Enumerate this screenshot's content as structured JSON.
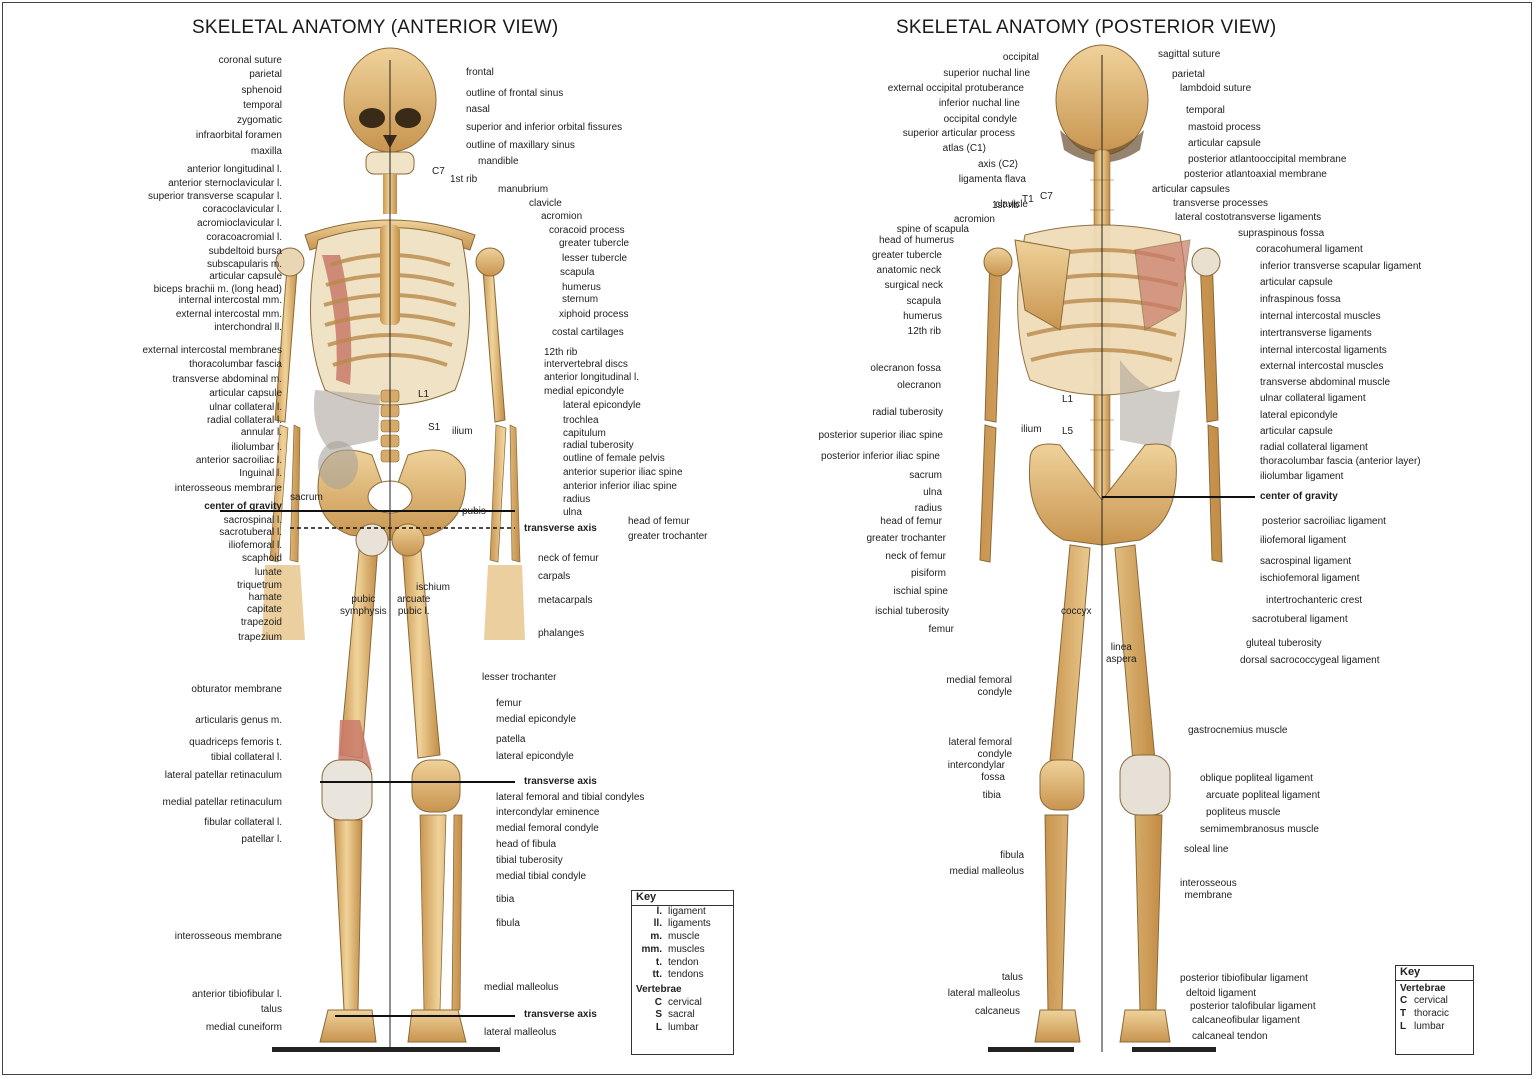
{
  "titles": {
    "anterior": "SKELETAL ANATOMY (ANTERIOR VIEW)",
    "posterior": "SKELETAL ANATOMY (POSTERIOR VIEW)"
  },
  "anterior": {
    "left": [
      "coronal suture",
      "parietal",
      "sphenoid",
      "temporal",
      "zygomatic",
      "infraorbital foramen",
      "maxilla",
      "anterior longitudinal l.",
      "anterior sternoclavicular l.",
      "superior transverse scapular l.",
      "coracoclavicular l.",
      "acromioclavicular l.",
      "coracoacromial l.",
      "subdeltoid bursa",
      "subscapularis m.",
      "articular capsule",
      "biceps brachii m. (long head)",
      "internal intercostal mm.",
      "external intercostal mm.",
      "interchondral ll.",
      "external intercostal membranes",
      "thoracolumbar fascia",
      "transverse abdominal m.",
      "articular capsule",
      "ulnar collateral l.",
      "radial collateral l.",
      "annular l.",
      "iliolumbar l.",
      "anterior sacroiliac l.",
      "Inguinal l.",
      "interosseous membrane",
      "center of gravity",
      "sacrospinal l.",
      "sacrotuberal l.",
      "iliofemoral l.",
      "scaphoid",
      "lunate",
      "triquetrum",
      "hamate",
      "capitate",
      "trapezoid",
      "trapezium",
      "obturator membrane",
      "articularis genus m.",
      "quadriceps femoris t.",
      "tibial collateral l.",
      "lateral patellar retinaculum",
      "medial patellar retinaculum",
      "fibular collateral l.",
      "patellar l.",
      "interosseous membrane",
      "anterior tibiofibular l.",
      "talus",
      "medial cuneiform"
    ],
    "right": [
      "frontal",
      "outline of frontal sinus",
      "nasal",
      "superior and inferior orbital fissures",
      "outline of maxillary sinus",
      "mandible",
      "1st rib",
      "manubrium",
      "clavicle",
      "acromion",
      "coracoid process",
      "greater tubercle",
      "lesser tubercle",
      "scapula",
      "humerus",
      "sternum",
      "xiphoid process",
      "costal cartilages",
      "12th rib",
      "intervertebral discs",
      "anterior longitudinal l.",
      "medial epicondyle",
      "lateral epicondyle",
      "trochlea",
      "capitulum",
      "radial tuberosity",
      "outline of female pelvis",
      "anterior superior iliac spine",
      "anterior inferior iliac spine",
      "radius",
      "ulna",
      "transverse axis",
      "head of femur",
      "greater trochanter",
      "neck of femur",
      "carpals",
      "metacarpals",
      "phalanges",
      "lesser trochanter",
      "femur",
      "medial epicondyle",
      "patella",
      "lateral epicondyle",
      "transverse axis",
      "lateral femoral and tibial condyles",
      "intercondylar eminence",
      "medial femoral condyle",
      "head of fibula",
      "tibial tuberosity",
      "medial tibial condyle",
      "tibia",
      "fibula",
      "medial malleolus",
      "transverse axis",
      "lateral malleolus"
    ],
    "inner": [
      "C7",
      "L1",
      "S1",
      "ilium",
      "sacrum",
      "pubis",
      "pubic\nsymphysis",
      "ischium",
      "arcuate\npubic l."
    ]
  },
  "posterior": {
    "left": [
      "occipital",
      "superior nuchal line",
      "external occipital protuberance",
      "inferior nuchal line",
      "occipital condyle",
      "superior articular process",
      "atlas (C1)",
      "axis (C2)",
      "ligamenta flava",
      "clavicle",
      "acromion",
      "spine of scapula",
      "head of humerus",
      "greater tubercle",
      "anatomic neck",
      "surgical neck",
      "scapula",
      "humerus",
      "12th rib",
      "olecranon fossa",
      "olecranon",
      "radial tuberosity",
      "posterior superior iliac spine",
      "posterior inferior iliac spine",
      "sacrum",
      "ulna",
      "radius",
      "head of femur",
      "greater trochanter",
      "neck of femur",
      "pisiform",
      "ischial spine",
      "ischial tuberosity",
      "femur",
      "medial femoral\ncondyle",
      "lateral femoral\ncondyle",
      "intercondylar\nfossa",
      "tibia",
      "fibula",
      "medial malleolus",
      "talus",
      "lateral malleolus",
      "calcaneus"
    ],
    "right": [
      "sagittal suture",
      "parietal",
      "lambdoid suture",
      "temporal",
      "mastoid process",
      "articular capsule",
      "posterior atlantooccipital membrane",
      "posterior atlantoaxial membrane",
      "articular capsules",
      "transverse processes",
      "lateral costotransverse ligaments",
      "supraspinous fossa",
      "coracohumeral ligament",
      "inferior transverse scapular ligament",
      "articular capsule",
      "infraspinous fossa",
      "internal intercostal muscles",
      "intertransverse ligaments",
      "internal intercostal ligaments",
      "external intercostal muscles",
      "transverse abdominal muscle",
      "ulnar collateral ligament",
      "lateral epicondyle",
      "articular capsule",
      "radial collateral ligament",
      "thoracolumbar fascia (anterior layer)",
      "iliolumbar ligament",
      "center of gravity",
      "posterior sacroiliac ligament",
      "iliofemoral ligament",
      "sacrospinal ligament",
      "ischiofemoral ligament",
      "intertrochanteric crest",
      "sacrotuberal ligament",
      "gluteal tuberosity",
      "dorsal sacrococcygeal ligament",
      "linea\naspera",
      "gastrocnemius muscle",
      "oblique popliteal ligament",
      "arcuate popliteal ligament",
      "popliteus muscle",
      "semimembranosus muscle",
      "soleal line",
      "interosseous\nmembrane",
      "posterior tibiofibular ligament",
      "deltoid ligament",
      "posterior talofibular ligament",
      "calcaneofibular ligament",
      "calcaneal tendon"
    ],
    "inner": [
      "C7",
      "T1",
      "1st rib",
      "L1",
      "ilium",
      "L5",
      "coccyx"
    ]
  },
  "key1": {
    "title": "Key",
    "rows": [
      [
        "l.",
        "ligament"
      ],
      [
        "ll.",
        "ligaments"
      ],
      [
        "m.",
        "muscle"
      ],
      [
        "mm.",
        "muscles"
      ],
      [
        "t.",
        "tendon"
      ],
      [
        "tt.",
        "tendons"
      ]
    ],
    "subtitle": "Vertebrae",
    "vrows": [
      [
        "C",
        "cervical"
      ],
      [
        "S",
        "sacral"
      ],
      [
        "L",
        "lumbar"
      ]
    ]
  },
  "key2": {
    "title": "Key",
    "subtitle": "Vertebrae",
    "vrows": [
      [
        "C",
        "cervical"
      ],
      [
        "T",
        "thoracic"
      ],
      [
        "L",
        "lumbar"
      ]
    ]
  },
  "colors": {
    "bone": "#e8c68a",
    "bone_shade": "#c99a55",
    "muscle": "#c97a6a",
    "ligament": "#d9d4cc"
  }
}
